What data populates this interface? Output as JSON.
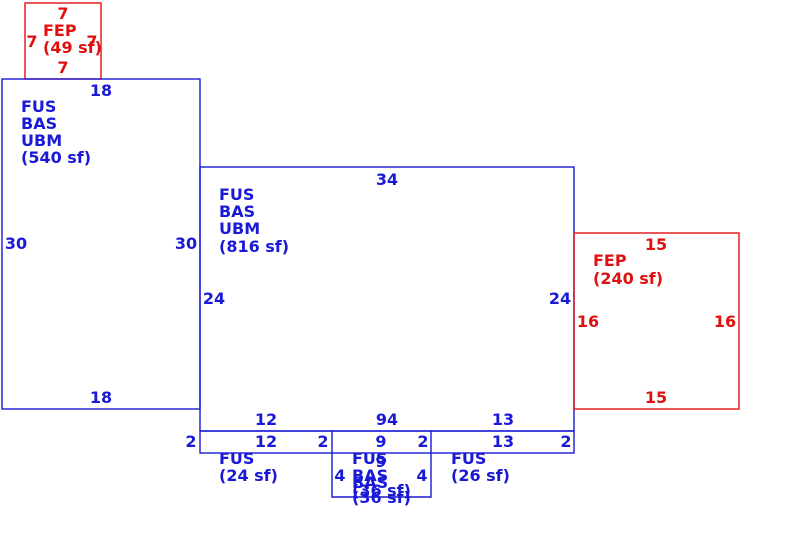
{
  "colors": {
    "living": "#1a1ad6",
    "porch": "#e01010"
  },
  "areas": {
    "top_porch": {
      "line1": "FEP",
      "area": "(49 sf)"
    },
    "left_block": {
      "line1": "FUS",
      "line2": "BAS",
      "line3": "UBM",
      "area": "(540 sf)"
    },
    "main_block": {
      "line1": "FUS",
      "line2": "BAS",
      "line3": "UBM",
      "area": "(816 sf)"
    },
    "right_porch": {
      "line1": "FEP",
      "area": "(240 sf)"
    },
    "strip_left": {
      "line1": "FUS",
      "area": "(24 sf)"
    },
    "bay": {
      "line1": "FUS",
      "line2": "BAS",
      "line3": "BAS",
      "area": "(36 sf)",
      "overlap": "(36 sf)"
    },
    "strip_right": {
      "line1": "FUS",
      "area": "(26 sf)"
    }
  },
  "dimensions": {
    "top_porch": {
      "top": "7",
      "left": "7",
      "right": "7",
      "bottom": "7"
    },
    "left_block": {
      "top": "18",
      "left": "30",
      "right": "30",
      "bottom": "18"
    },
    "main_block": {
      "top": "34",
      "left": "24",
      "right": "24",
      "bottom": "94"
    },
    "right_porch": {
      "top": "15",
      "left": "16",
      "right": "16",
      "bottom": "15"
    },
    "strip_left": {
      "top": "12",
      "bottom": "12",
      "left": "2",
      "right": "2"
    },
    "bay": {
      "top": "9",
      "inner": "9",
      "left": "4",
      "right": "4",
      "side": "2"
    },
    "strip_right": {
      "top": "13",
      "bottom": "13",
      "right": "2"
    }
  }
}
